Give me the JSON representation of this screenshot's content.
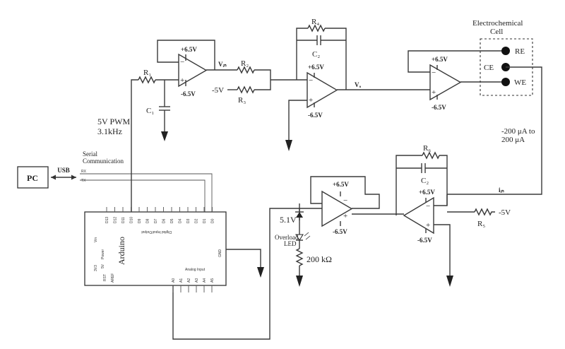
{
  "labels": {
    "pc": "PC",
    "usb": "USB",
    "serial_line1": "Serial",
    "serial_line2": "Communication",
    "rx": "RX",
    "tx": "TX",
    "pwm_line1": "5V PWM",
    "pwm_line2": "3.1kHz",
    "r1": "R₁",
    "c1": "C₁",
    "vin": "Vᵢₙ",
    "r2": "R₂",
    "r3": "R₃",
    "r4": "R₄",
    "c2_top": "C₂",
    "neg5v_a": "-5V",
    "vo": "Vₒ",
    "cell_line1": "Electrochemical",
    "cell_line2": "Cell",
    "re": "RE",
    "ce": "CE",
    "we": "WE",
    "current_line1": "-200 μA to",
    "current_line2": "200 μA",
    "r6": "R₆",
    "c2_bottom": "C₂",
    "iin": "iᵢₙ",
    "r5": "R₅",
    "neg5v_b": "-5V",
    "zener": "5.1V",
    "led_line1": "Overload",
    "led_line2": "LED",
    "r200k": "200 kΩ",
    "arduino": "Arduino",
    "analog_input": "Analog Input",
    "digital_io": "Digital Input/Output",
    "power": "Power",
    "gnd": "GND",
    "vin_pin": "Vin",
    "v5": "5V",
    "v33": "3V3",
    "rst": "RST",
    "aref": "AREF",
    "digital_pins": [
      "D13",
      "D12",
      "D11",
      "D10",
      "D9",
      "D8",
      "D7",
      "D6",
      "D5",
      "D4",
      "D3",
      "D2",
      "D1",
      "D0"
    ],
    "analog_pins": [
      "A0",
      "A1",
      "A2",
      "A3",
      "A4",
      "A5"
    ],
    "opamp_pos": "+6.5V",
    "opamp_neg": "-6.5V",
    "plus": "+",
    "minus": "−"
  }
}
